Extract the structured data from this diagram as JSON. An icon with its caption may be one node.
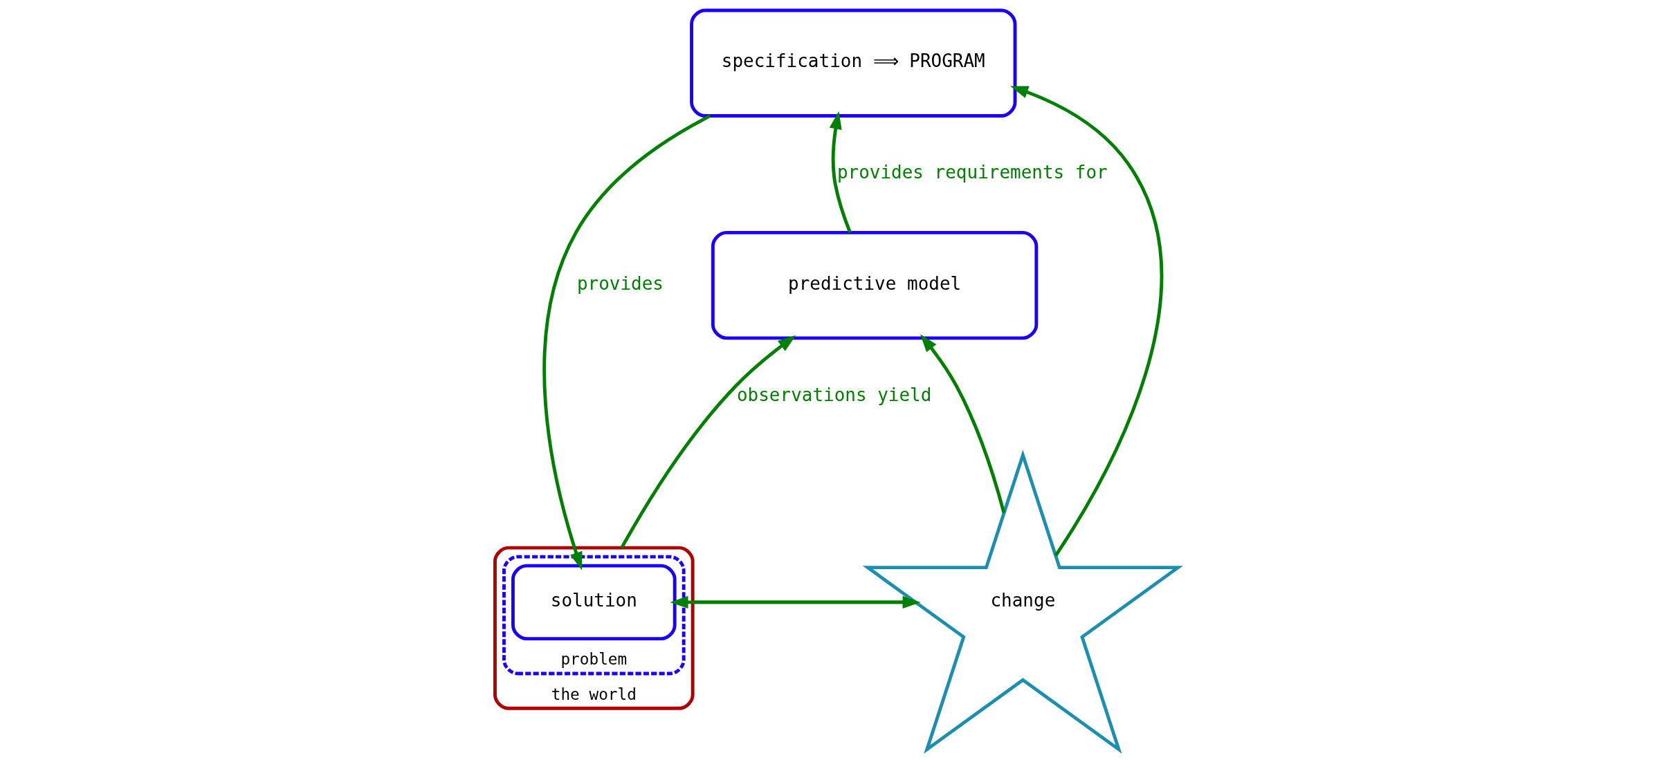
{
  "diagram": {
    "nodes": [
      {
        "text": [
          "predictive model"
        ]
      },
      {
        "text": [
          "specification ⟹ PROGRAM"
        ]
      },
      {
        "text": [
          "change"
        ]
      },
      {
        "text": [
          "the world"
        ]
      },
      {
        "text": [
          "problem"
        ],
        "in": 3
      },
      {
        "text": [
          "solution"
        ],
        "in": 4
      }
    ],
    "edges": [
      {
        "from": 3,
        "to": 0,
        "arrow": "to",
        "label": "observations yield"
      },
      {
        "from": 0,
        "to": 1,
        "arrow": "to",
        "label": "provides requirements for"
      },
      {
        "from": 2,
        "to": 0,
        "arrow": "to"
      },
      {
        "from": 3,
        "to": 2,
        "arrow": "to"
      },
      {
        "from": 2,
        "to": 1,
        "arrow": "to"
      },
      {
        "from": 2,
        "to": 5,
        "arrow": "to"
      },
      {
        "from": 1,
        "to": 5,
        "arrow": "to",
        "label": "provides"
      }
    ]
  }
}
